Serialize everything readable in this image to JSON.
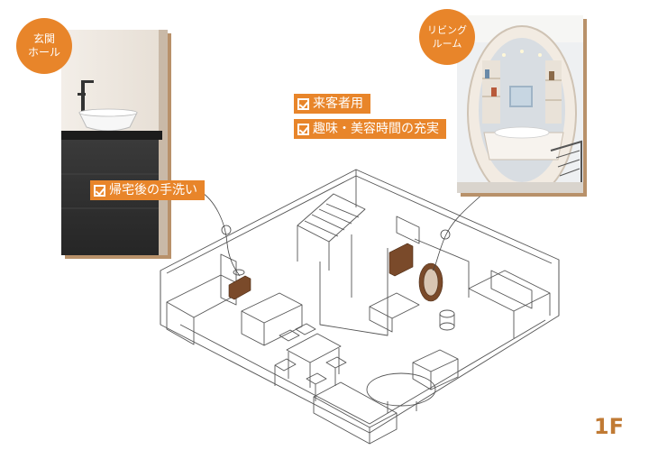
{
  "badges": {
    "entrance": [
      "玄関",
      "ホール"
    ],
    "living": [
      "リビング",
      "ルーム"
    ]
  },
  "tags": {
    "guest": "来客者用",
    "hobby": "趣味・美容時間の充実",
    "handwash": "帰宅後の手洗い"
  },
  "floor": "1F",
  "colors": {
    "accent": "#e8852a",
    "shadow": "#b8916a",
    "floor_label": "#c07a34",
    "wood": "#7a4a2a"
  }
}
